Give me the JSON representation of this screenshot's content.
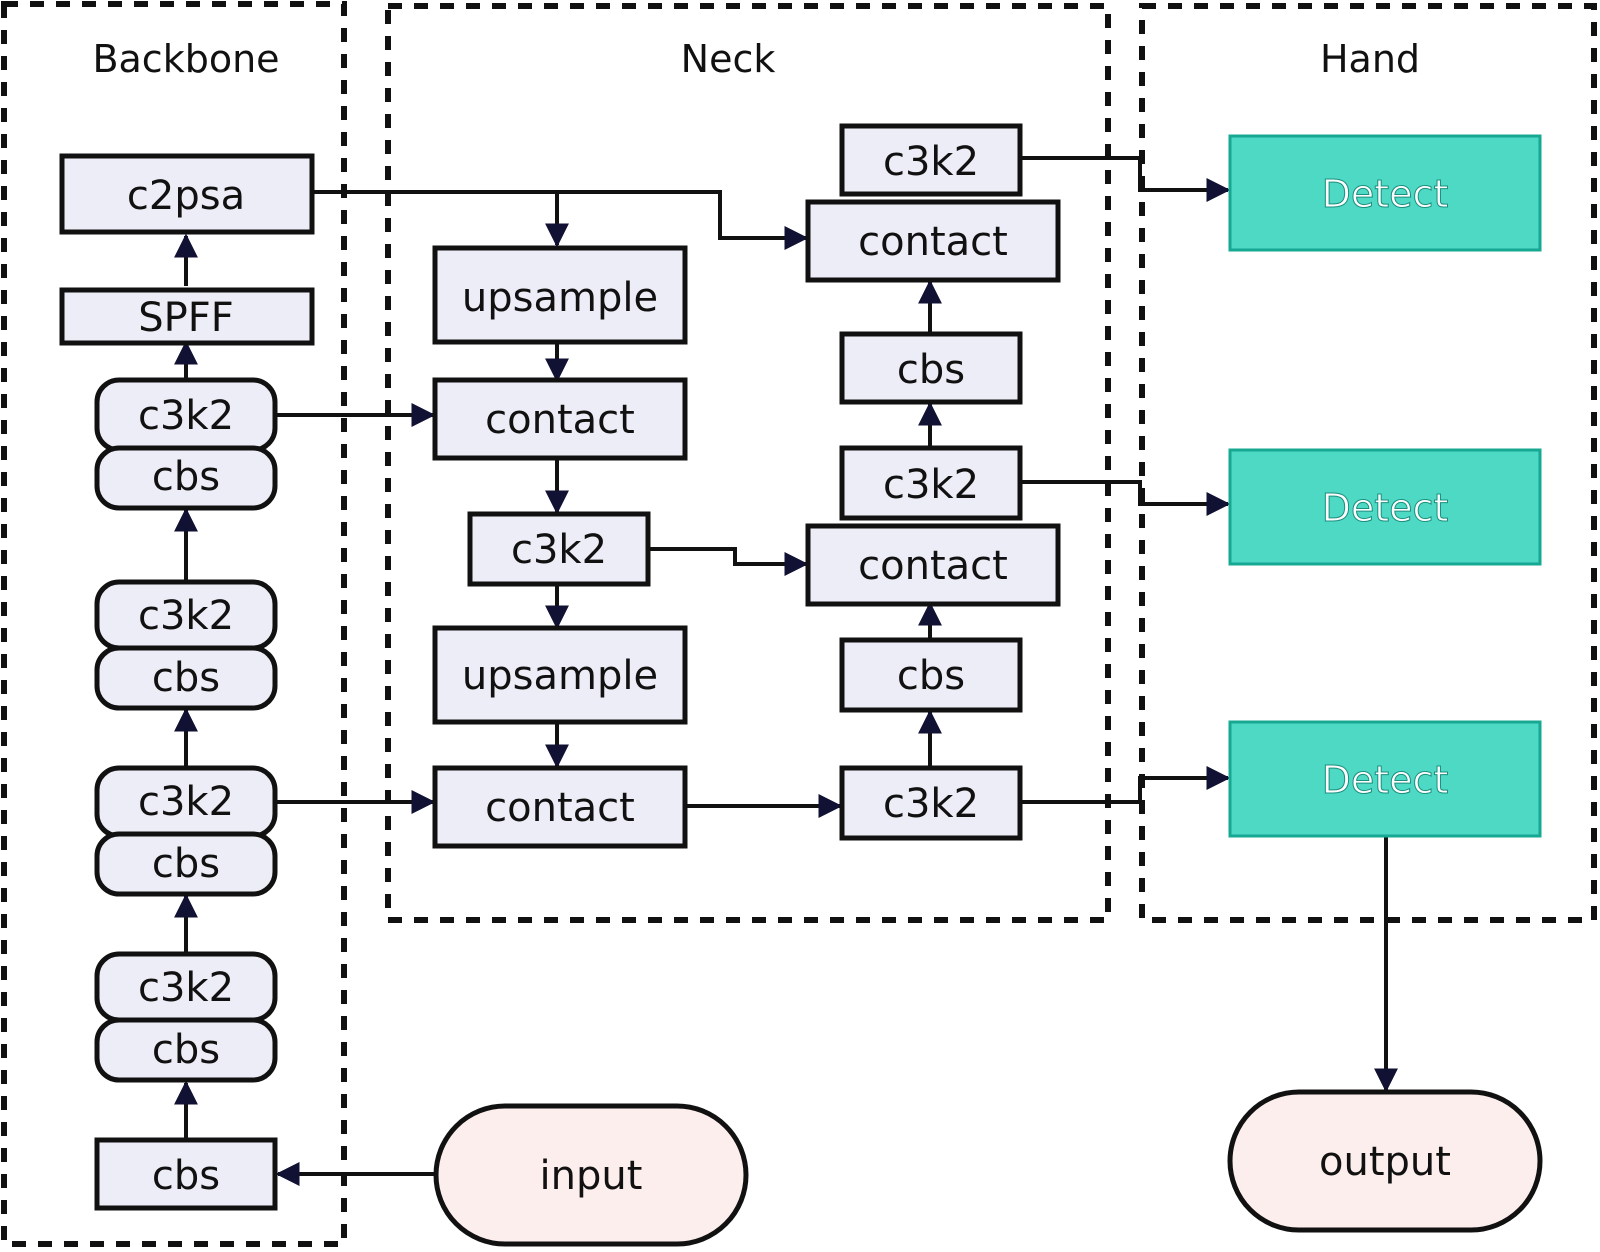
{
  "sections": {
    "backbone": "Backbone",
    "neck": "Neck",
    "head": "Hand"
  },
  "backbone": {
    "c2psa": "c2psa",
    "spff": "SPFF",
    "c3k2_a": "c3k2",
    "cbs_a": "cbs",
    "c3k2_b": "c3k2",
    "cbs_b": "cbs",
    "c3k2_c": "c3k2",
    "cbs_c": "cbs",
    "c3k2_d": "c3k2",
    "cbs_d": "cbs",
    "cbs_stem": "cbs"
  },
  "neck": {
    "upsample_1": "upsample",
    "contact_1": "contact",
    "c3k2_1": "c3k2",
    "upsample_2": "upsample",
    "contact_2": "contact",
    "c3k2_top": "c3k2",
    "contact_top": "contact",
    "cbs_upper": "cbs",
    "c3k2_mid": "c3k2",
    "contact_mid": "contact",
    "cbs_lower": "cbs",
    "c3k2_low": "c3k2"
  },
  "head": {
    "detect_1": "Detect",
    "detect_2": "Detect",
    "detect_3": "Detect"
  },
  "io": {
    "input": "input",
    "output": "output"
  },
  "colors": {
    "block_fill": "#ededf7",
    "detect_fill": "#4dd9c4",
    "io_fill": "#fdeeee",
    "stroke": "#111111"
  }
}
